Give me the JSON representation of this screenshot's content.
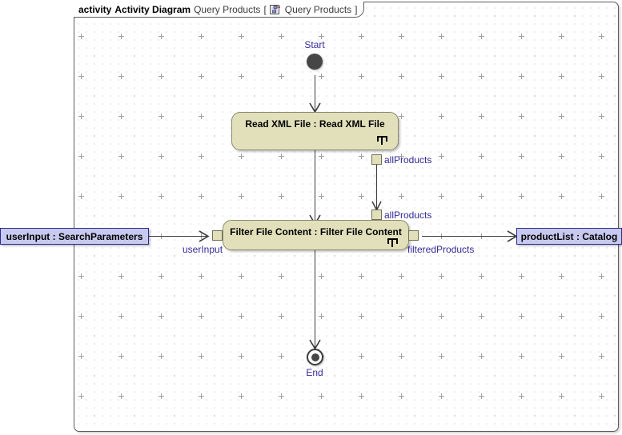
{
  "frame": {
    "keyword": "activity",
    "type_label": "Activity Diagram",
    "name": "Query Products",
    "bracket_open": "[",
    "icon": "activity-diagram-icon",
    "qualified_name": "Query Products",
    "bracket_close": "]"
  },
  "diagram": {
    "initial_node": {
      "caption": "Start",
      "name": "initial-node"
    },
    "final_node": {
      "caption": "End",
      "name": "activity-final-node"
    },
    "actions": [
      {
        "name": "read-xml-file-action",
        "label": "Read XML File : Read XML File",
        "symbol": "rake-icon",
        "output_pins": [
          {
            "name": "allProducts-output-pin",
            "label": "allProducts"
          }
        ]
      },
      {
        "name": "filter-file-content-action",
        "label": "Filter File Content : Filter File Content",
        "symbol": "rake-icon",
        "input_pins": [
          {
            "name": "allProducts-input-pin",
            "label": "allProducts"
          },
          {
            "name": "userInput-input-pin",
            "label": "userInput"
          }
        ],
        "output_pins": [
          {
            "name": "filteredProducts-output-pin",
            "label": "filteredProducts"
          }
        ]
      }
    ],
    "object_nodes": [
      {
        "name": "userInput-object-node",
        "label": "userInput : SearchParameters"
      },
      {
        "name": "productList-object-node",
        "label": "productList : Catalog"
      }
    ]
  },
  "colors": {
    "action_fill": "#e2e0bb",
    "action_border": "#8a8a6e",
    "object_fill": "#c7c9ef",
    "object_border": "#2b2b8f",
    "pin_label": "#342a96",
    "edge": "#3b3b3b",
    "frame_border": "#5b5b5b",
    "canvas": "#ffffff"
  }
}
